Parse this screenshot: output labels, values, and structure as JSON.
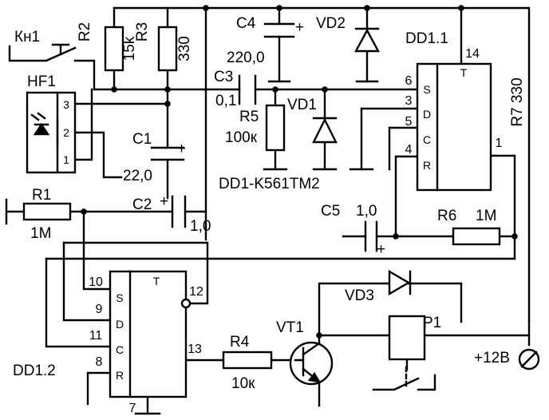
{
  "diagram": {
    "components": {
      "kn1": {
        "ref": "Кн1"
      },
      "hf1": {
        "ref": "HF1",
        "pins": [
          "3",
          "2",
          "1"
        ]
      },
      "r1": {
        "ref": "R1",
        "value": "1M"
      },
      "r2": {
        "ref": "R2",
        "value": "15k"
      },
      "r3": {
        "ref": "R3",
        "value": "330"
      },
      "r4": {
        "ref": "R4",
        "value": "10к"
      },
      "r5": {
        "ref": "R5",
        "value": "100к"
      },
      "r6": {
        "ref": "R6",
        "value": "1M"
      },
      "r7": {
        "ref": "R7",
        "value": "330"
      },
      "c1": {
        "ref": "C1",
        "value": "22,0"
      },
      "c2": {
        "ref": "C2",
        "value": "1,0"
      },
      "c3": {
        "ref": "C3",
        "value": "0,1"
      },
      "c4": {
        "ref": "C4",
        "value": "220,0"
      },
      "c5": {
        "ref": "C5",
        "value": "1,0"
      },
      "vd1": {
        "ref": "VD1"
      },
      "vd2": {
        "ref": "VD2"
      },
      "vd3": {
        "ref": "VD3"
      },
      "vt1": {
        "ref": "VT1"
      },
      "p1": {
        "ref": "P1"
      },
      "dd11": {
        "ref": "DD1.1",
        "title": "T",
        "inputs": [
          "S",
          "D",
          "C",
          "R"
        ],
        "pin_s": "6",
        "pin_d": "3",
        "pin_c": "5",
        "pin_r": "4",
        "pin_top": "14",
        "pin_q": "1"
      },
      "dd12": {
        "ref": "DD1.2",
        "title": "T",
        "inputs": [
          "S",
          "D",
          "C",
          "R"
        ],
        "pin_s": "10",
        "pin_d": "9",
        "pin_c": "11",
        "pin_r": "8",
        "pin_qn": "12",
        "pin_q": "13",
        "pin_bottom": "7"
      }
    },
    "ic_label": "DD1-K561TM2",
    "supply": "+12B",
    "plus_sign": "+"
  }
}
